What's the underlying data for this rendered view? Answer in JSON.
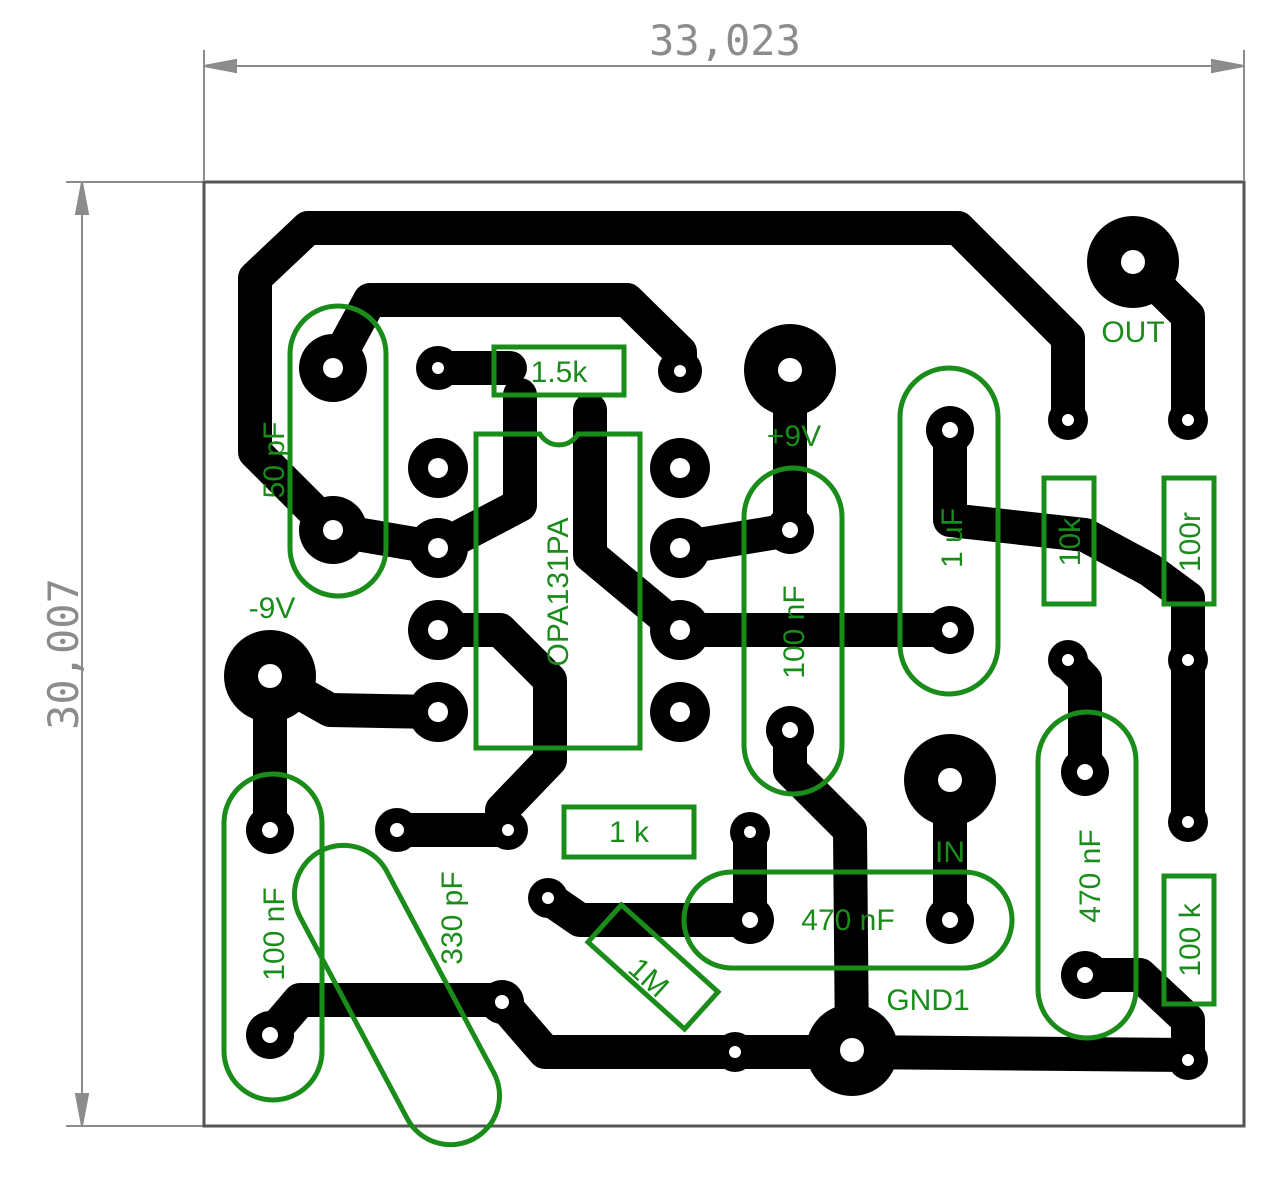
{
  "dimensions": {
    "width_label": "33,023",
    "height_label": "30,007"
  },
  "colors": {
    "copper": "#000000",
    "silkscreen": "#1a8c1a",
    "dimension": "#8c8c8c",
    "board_outline": "#555555"
  },
  "ic": {
    "label": "OPA131PA"
  },
  "labels": {
    "c_50pf": "50 pF",
    "r_1k5": "1.5k",
    "plus9v": "+9V",
    "minus9v": "-9V",
    "out": "OUT",
    "c_1uf": "1 uF",
    "r_10k": "10k",
    "r_100r": "100r",
    "c_100nf_mid": "100 nF",
    "c_100nf_left": "100 nF",
    "c_330pf": "330 pF",
    "r_1k": "1 k",
    "r_1m": "1M",
    "c_470nf_h": "470 nF",
    "in": "IN",
    "gnd1": "GND1",
    "c_470nf_v": "470 nF",
    "r_100k": "100 k"
  }
}
